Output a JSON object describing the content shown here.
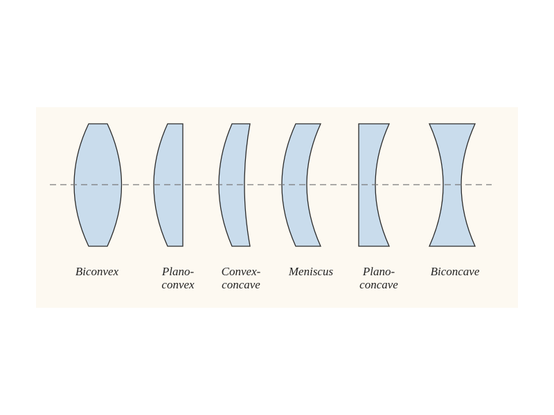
{
  "diagram": {
    "background_color": "#fdf9f1",
    "lens_fill_color": "#c9dcec",
    "lenses": [
      {
        "type": "biconvex",
        "label": [
          "Biconvex"
        ]
      },
      {
        "type": "plano-convex",
        "label": [
          "Plano-",
          "convex"
        ]
      },
      {
        "type": "convex-concave",
        "label": [
          "Convex-",
          "concave"
        ]
      },
      {
        "type": "meniscus",
        "label": [
          "Meniscus"
        ]
      },
      {
        "type": "plano-concave",
        "label": [
          "Plano-",
          "concave"
        ]
      },
      {
        "type": "biconcave",
        "label": [
          "Biconcave"
        ]
      }
    ]
  }
}
